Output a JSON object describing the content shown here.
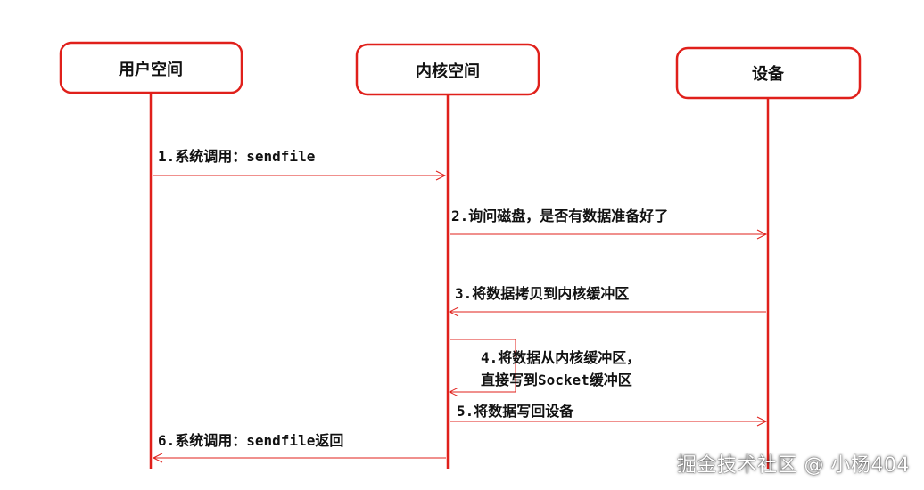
{
  "participants": [
    {
      "id": "user",
      "label": "用户空间"
    },
    {
      "id": "kernel",
      "label": "内核空间"
    },
    {
      "id": "device",
      "label": "设备"
    }
  ],
  "messages": [
    {
      "id": "m1",
      "from": "user",
      "to": "kernel",
      "lines": [
        "1.系统调用：sendfile"
      ]
    },
    {
      "id": "m2",
      "from": "kernel",
      "to": "device",
      "lines": [
        "2.询问磁盘，是否有数据准备好了"
      ]
    },
    {
      "id": "m3",
      "from": "device",
      "to": "kernel",
      "lines": [
        "3.将数据拷贝到内核缓冲区"
      ]
    },
    {
      "id": "m4",
      "from": "kernel",
      "to": "kernel",
      "lines": [
        "4.将数据从内核缓冲区，",
        "直接写到Socket缓冲区"
      ]
    },
    {
      "id": "m5",
      "from": "kernel",
      "to": "device",
      "lines": [
        "5.将数据写回设备"
      ]
    },
    {
      "id": "m6",
      "from": "kernel",
      "to": "user",
      "lines": [
        "6.系统调用：sendfile返回"
      ]
    }
  ],
  "watermark": "掘金技术社区 @ 小杨404",
  "colors": {
    "line": "#e0201b",
    "text": "#111111"
  }
}
